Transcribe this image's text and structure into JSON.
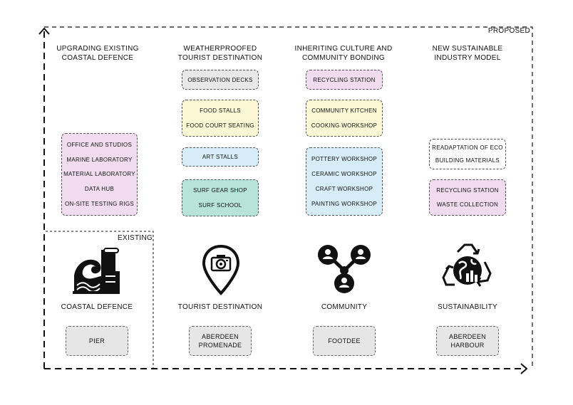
{
  "labels": {
    "proposed": "PROPOSED",
    "existing": "EXISTING"
  },
  "columns": [
    {
      "heading": [
        "UPGRADING EXISTING",
        "COASTAL DEFENCE"
      ],
      "icon": "breakwater-wave-icon",
      "icon_label": "COASTAL DEFENCE",
      "place": [
        "PIER"
      ]
    },
    {
      "heading": [
        "WEATHERPROOFED",
        "TOURIST DESTINATION"
      ],
      "icon": "map-pin-camera-icon",
      "icon_label": "TOURIST DESTINATION",
      "place": [
        "ABERDEEN",
        "PROMENADE"
      ]
    },
    {
      "heading": [
        "INHERITING CULTURE AND",
        "COMMUNITY BONDING"
      ],
      "icon": "community-network-icon",
      "icon_label": "COMMUNITY",
      "place": [
        "FOOTDEE"
      ]
    },
    {
      "heading": [
        "NEW SUSTAINABLE",
        "INDUSTRY MODEL"
      ],
      "icon": "recycle-globe-icon",
      "icon_label": "SUSTAINABILITY",
      "place": [
        "ABERDEEN",
        "HARBOUR"
      ]
    }
  ],
  "boxes": {
    "c1_research": [
      "OFFICE AND STUDIOS",
      "MARINE LABORATORY",
      "MATERIAL LABORATORY",
      "DATA HUB",
      "ON-SITE TESTING RIGS"
    ],
    "c2_observation": [
      "OBSERVATION DECKS"
    ],
    "c2_food": [
      "FOOD STALLS",
      "FOOD COURT SEATING"
    ],
    "c2_art": [
      "ART STALLS"
    ],
    "c2_surf": [
      "SURF GEAR SHOP",
      "SURF SCHOOL"
    ],
    "c3_recycling": [
      "RECYCLING STATION"
    ],
    "c3_kitchen": [
      "COMMUNITY KITCHEN",
      "COOKING WORKSHOP"
    ],
    "c3_workshops": [
      "POTTERY WORKSHOP",
      "CERAMIC WORKSHOP",
      "CRAFT WORKSHOP",
      "PAINTING WORKSHOP"
    ],
    "c4_materials": [
      "READAPTATION OF ECO",
      "BUILDING MATERIALS"
    ],
    "c4_waste": [
      "RECYCLING STATION",
      "WASTE COLLECTION"
    ]
  },
  "colors": {
    "pink": "#f1dcef",
    "grey": "#e8e8e8",
    "yellow": "#fcf8d6",
    "blue": "#d6ecf7",
    "teal": "#b8e3d9",
    "white": "#ffffff",
    "place": "#e6e6e6"
  }
}
